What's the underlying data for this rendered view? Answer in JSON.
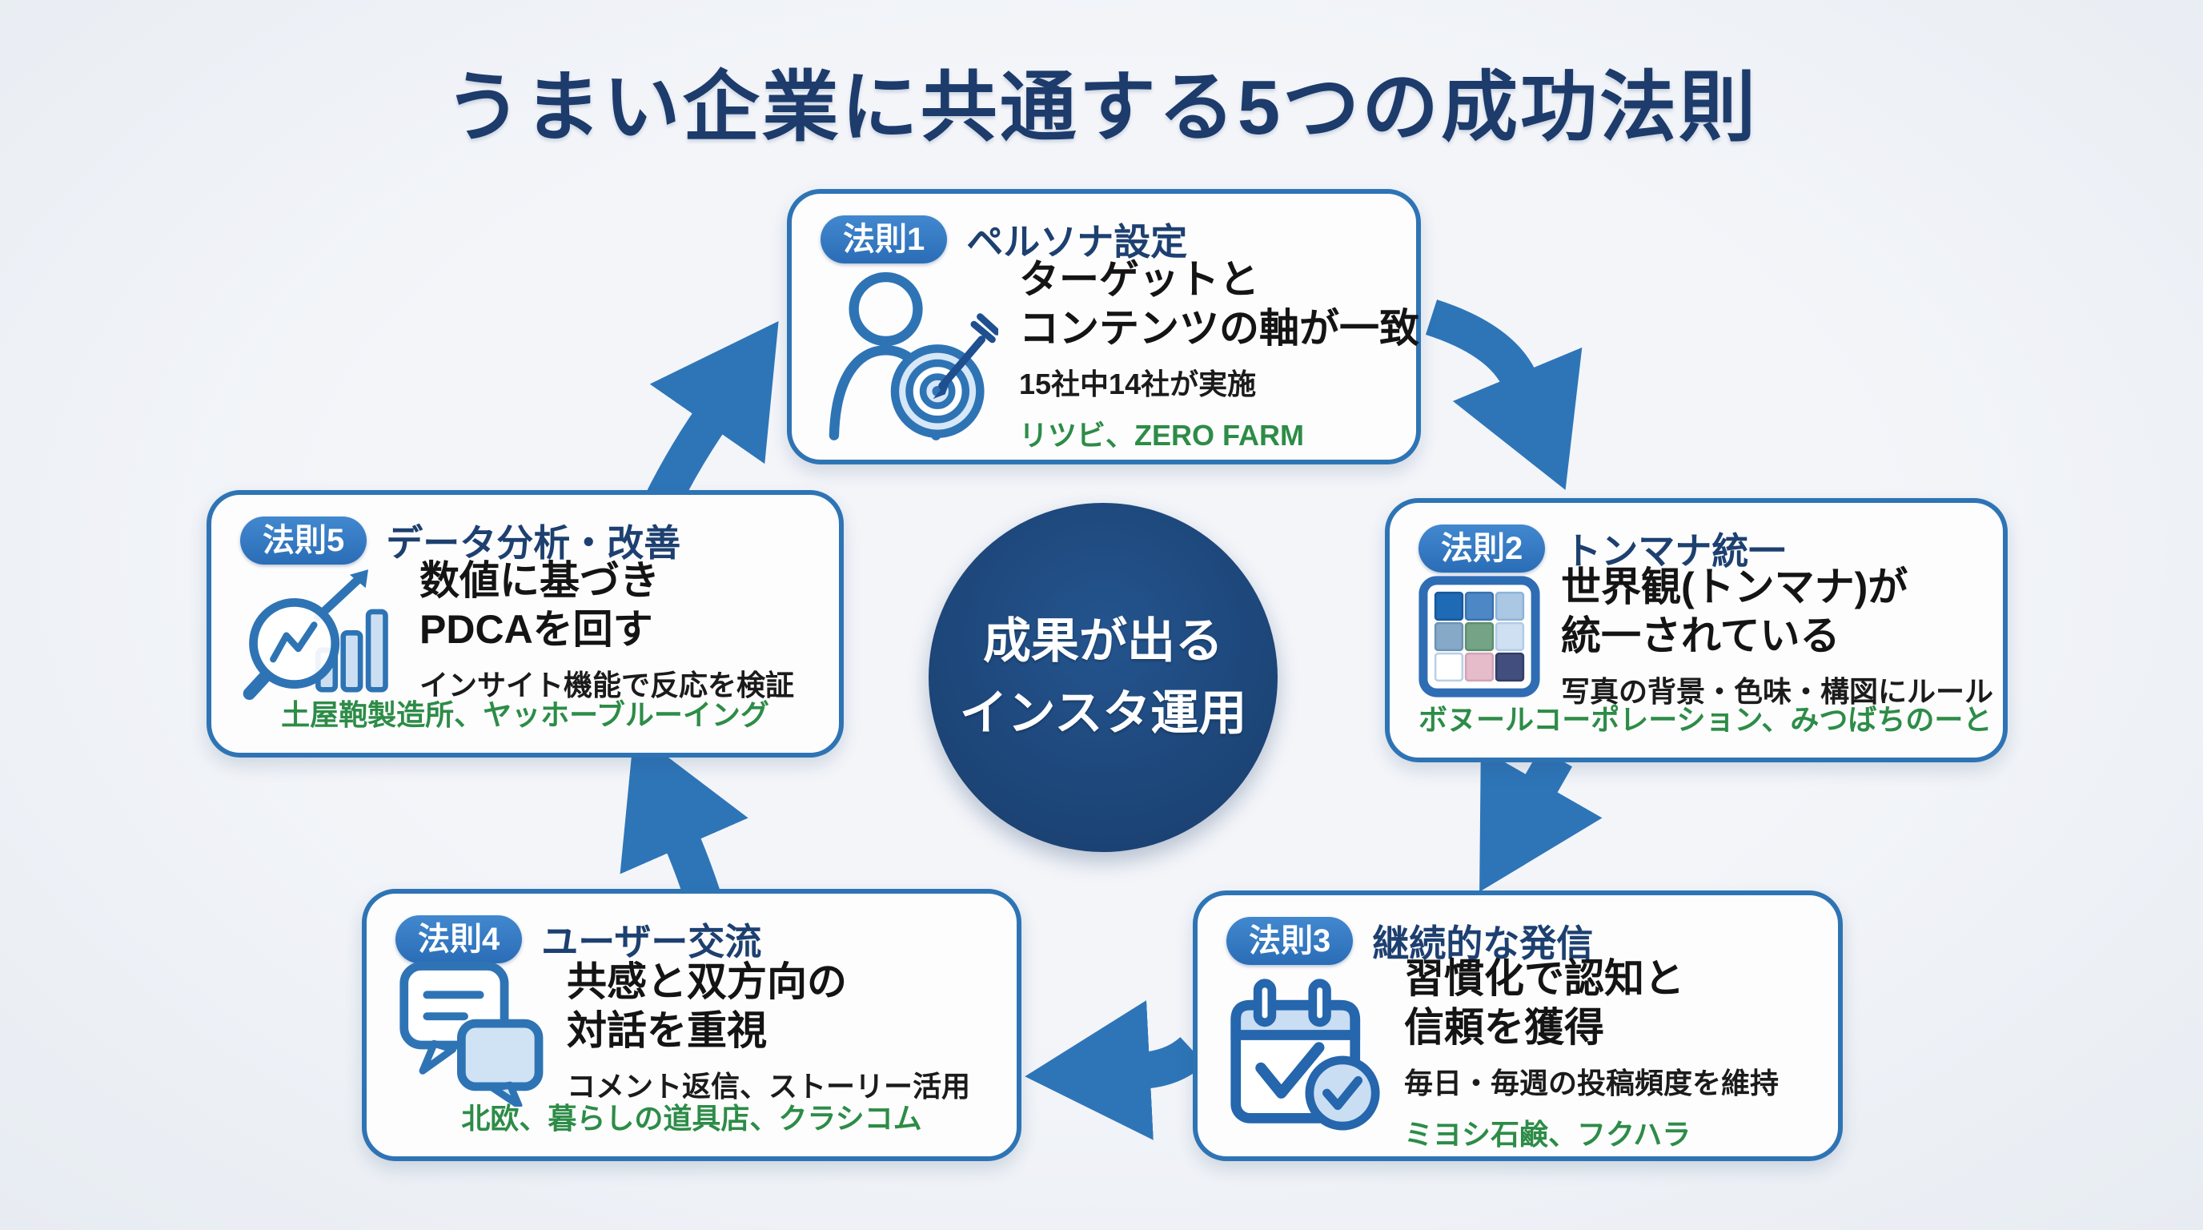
{
  "title": "うまい企業に共通する5つの成功法則",
  "center_circle": {
    "line1": "成果が出る",
    "line2": "インスタ運用"
  },
  "colors": {
    "background": "#eef1f6",
    "accent_blue": "#2e75b8",
    "box_border_blue": "#2e74b5",
    "badge_blue": "#3278c1",
    "navy_heading": "#1d4070",
    "title_navy": "#1d3b6b",
    "circle_navy": "#1e4a7e",
    "example_green": "#2d8c47",
    "main_text": "#141414"
  },
  "rules": [
    {
      "badge": "法則1",
      "category": "ペルソナ設定",
      "icon": "persona-target-icon",
      "main_line1": "ターゲットと",
      "main_line2": "コンテンツの軸が一致",
      "detail": "15社中14社が実施",
      "examples": "リツビ、ZERO FARM"
    },
    {
      "badge": "法則2",
      "category": "トンマナ統一",
      "icon": "tone-palette-grid-icon",
      "main_line1": "世界観(トンマナ)が",
      "main_line2": "統一されている",
      "detail": "写真の背景・色味・構図にルール",
      "examples": "ボヌールコーポレーション、みつばちのーと"
    },
    {
      "badge": "法則3",
      "category": "継続的な発信",
      "icon": "calendar-check-icon",
      "main_line1": "習慣化で認知と",
      "main_line2": "信頼を獲得",
      "detail": "毎日・毎週の投稿頻度を維持",
      "examples": "ミヨシ石鹸、フクハラ"
    },
    {
      "badge": "法則4",
      "category": "ユーザー交流",
      "icon": "chat-bubbles-icon",
      "main_line1": "共感と双方向の",
      "main_line2": "対話を重視",
      "detail": "コメント返信、ストーリー活用",
      "examples": "北欧、暮らしの道具店、クラシコム"
    },
    {
      "badge": "法則5",
      "category": "データ分析・改善",
      "icon": "magnifier-chart-icon",
      "main_line1": "数値に基づき",
      "main_line2": "PDCAを回す",
      "detail": "インサイト機能で反応を検証",
      "examples": "土屋鞄製造所、ヤッホーブルーイング"
    }
  ]
}
